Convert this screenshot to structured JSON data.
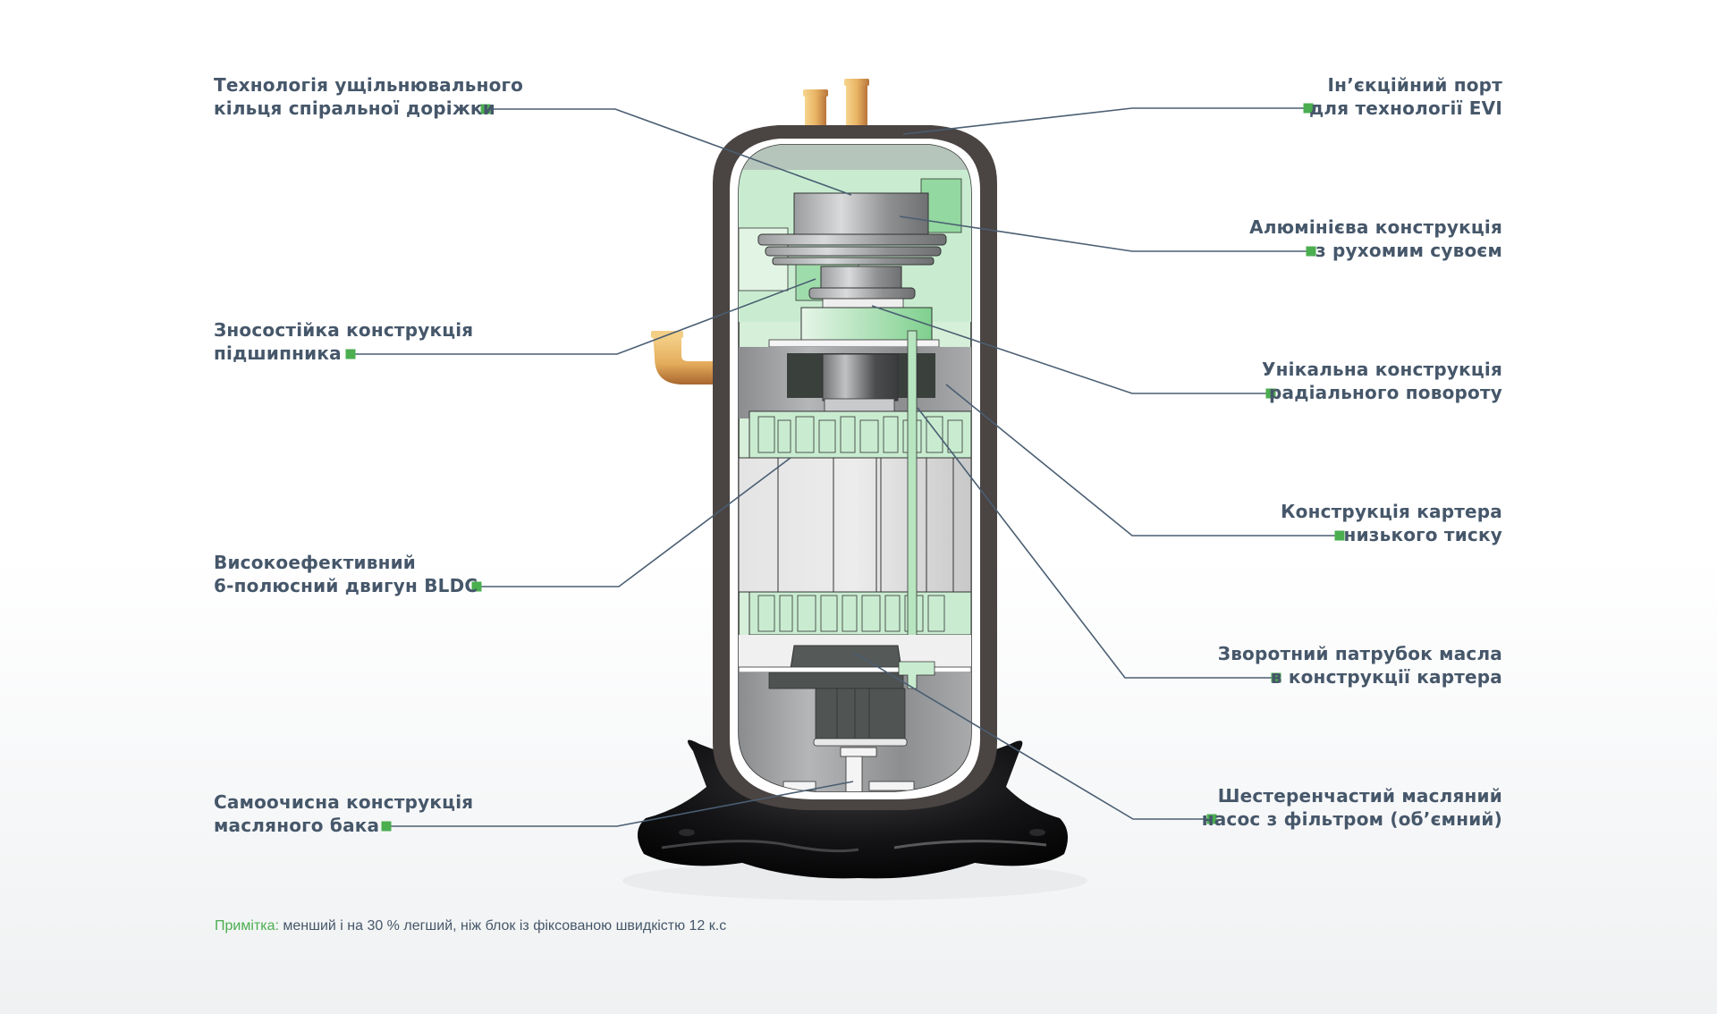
{
  "colors": {
    "accent_green": "#4bae4f",
    "label_text": "#46576a",
    "leader_line": "#4a5e72",
    "shell_dark": "#4a4442",
    "internal_green": "#c9ecd0",
    "copper": "#e8b66a"
  },
  "title": "Scroll compressor cutaway diagram",
  "callouts_left": [
    {
      "id": "spiral-seal",
      "lines": [
        "Технологія ущільнювального",
        "кільця спіральної доріжки"
      ]
    },
    {
      "id": "bearing",
      "lines": [
        "Зносостійка конструкція",
        "підшипника"
      ]
    },
    {
      "id": "bldc-motor",
      "lines": [
        "Високоефективний",
        "6-полюсний двигун BLDC"
      ]
    },
    {
      "id": "oil-tank",
      "lines": [
        "Самоочисна конструкція",
        "масляного бака"
      ]
    }
  ],
  "callouts_right": [
    {
      "id": "evi-port",
      "lines": [
        "Ін’єкційний порт",
        "для технології EVI"
      ]
    },
    {
      "id": "aluminum-scroll",
      "lines": [
        "Алюмінієва конструкція",
        "з рухомим сувоєм"
      ]
    },
    {
      "id": "radial-rotation",
      "lines": [
        "Унікальна конструкція",
        "радіального повороту"
      ]
    },
    {
      "id": "low-pressure-crankcase",
      "lines": [
        "Конструкція картера",
        "низького тиску"
      ]
    },
    {
      "id": "oil-return",
      "lines": [
        "Зворотний патрубок масла",
        "в конструкції картера"
      ]
    },
    {
      "id": "gear-oil-pump",
      "lines": [
        "Шестеренчастий масляний",
        "насос з фільтром (об’ємний)"
      ]
    }
  ],
  "note": {
    "prefix": "Примітка:",
    "text": " менший і на 30 % легший, ніж блок із фіксованою швидкістю 12 к.с"
  }
}
